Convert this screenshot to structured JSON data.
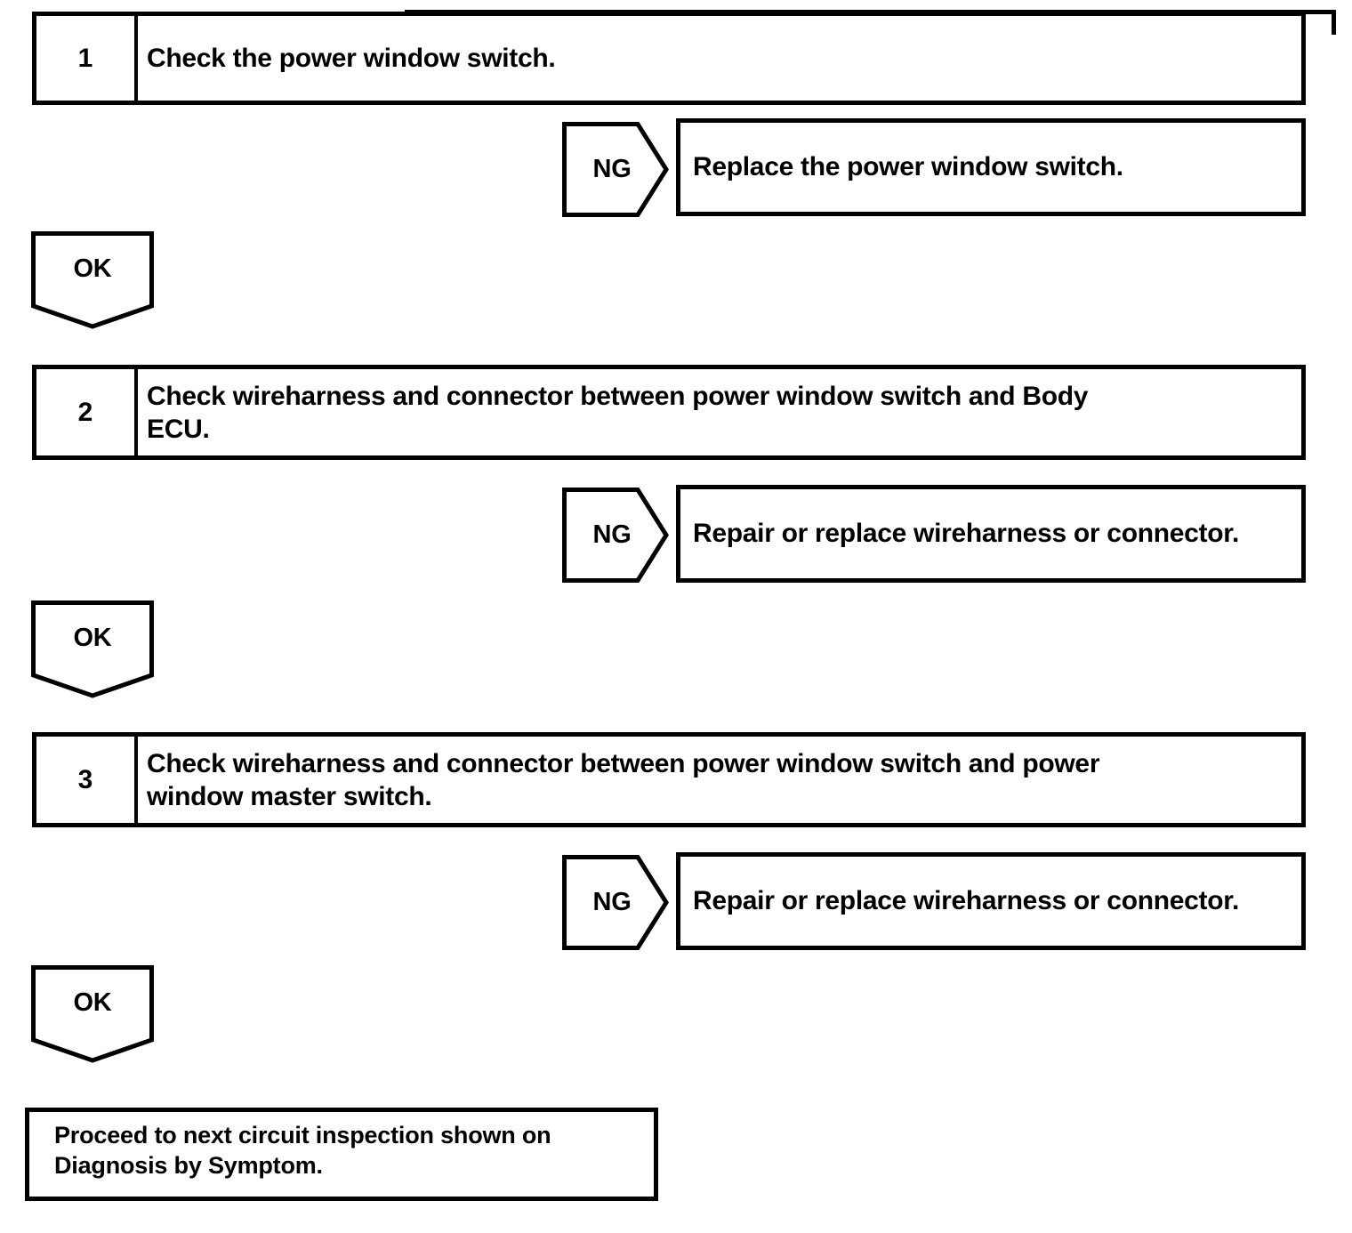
{
  "page": {
    "background": "#ffffff",
    "ink": "#000000"
  },
  "flowchart": {
    "steps": [
      {
        "number": "1",
        "lines": [
          "Check the power window switch."
        ],
        "ng_label": "NG",
        "ng_action": "Replace the power window switch.",
        "ok_label": "OK"
      },
      {
        "number": "2",
        "lines": [
          "Check wireharness and connector between power window switch and Body",
          "ECU."
        ],
        "ng_label": "NG",
        "ng_action": "Repair or replace wireharness or connector.",
        "ok_label": "OK"
      },
      {
        "number": "3",
        "lines": [
          "Check wireharness and connector between power window switch and power",
          "window master switch."
        ],
        "ng_label": "NG",
        "ng_action": "Repair or replace wireharness or connector.",
        "ok_label": "OK"
      }
    ],
    "conclusion_lines": [
      "Proceed to next circuit inspection shown on",
      "Diagnosis by Symptom."
    ]
  }
}
